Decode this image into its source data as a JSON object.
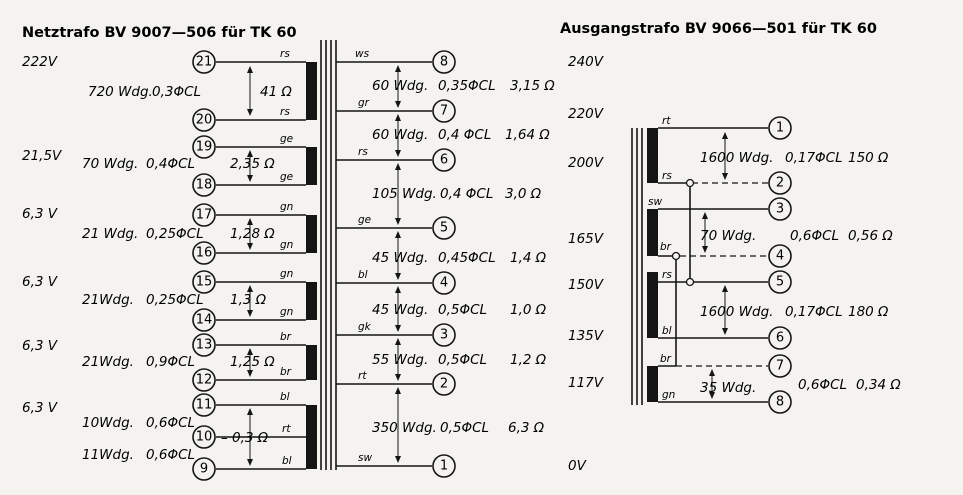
{
  "net": {
    "title": "Netztrafo BV 9007—506 für TK 60",
    "primary": {
      "voltages": [
        "222V",
        "21,5V",
        "6,3 V",
        "6,3 V",
        "6,3 V",
        "6,3 V"
      ],
      "terminals": [
        "21",
        "20",
        "19",
        "18",
        "17",
        "16",
        "15",
        "14",
        "13",
        "12",
        "11",
        "10",
        "9"
      ],
      "colors": [
        "rs",
        "rs",
        "ge",
        "ge",
        "gn",
        "gn",
        "gn",
        "gn",
        "br",
        "br",
        "bl",
        "rt",
        "bl"
      ],
      "windings": [
        {
          "turns": "720 Wdg.",
          "wire": "0,3ΦCL",
          "resistance": "41 Ω"
        },
        {
          "turns": "70 Wdg.",
          "wire": "0,4ΦCL",
          "resistance": "2,35 Ω"
        },
        {
          "turns": "21 Wdg.",
          "wire": "0,25ΦCL",
          "resistance": "1,28 Ω"
        },
        {
          "turns": "21Wdg.",
          "wire": "0,25ΦCL",
          "resistance": "1,3 Ω"
        },
        {
          "turns": "21Wdg.",
          "wire": "0,9ΦCL",
          "resistance": "1,25 Ω"
        },
        {
          "turns": "10Wdg.",
          "wire": "0,6ΦCL",
          "resistance": "0,3 Ω"
        },
        {
          "turns": "11Wdg.",
          "wire": "0,6ΦCL",
          "resistance": ""
        }
      ]
    },
    "secondary": {
      "terminals": [
        "8",
        "7",
        "6",
        "5",
        "4",
        "3",
        "2",
        "1"
      ],
      "colors": [
        "ws",
        "gr",
        "rs",
        "ge",
        "bl",
        "gk",
        "rt",
        "sw"
      ],
      "windings": [
        {
          "turns": "60 Wdg.",
          "wire": "0,35ΦCL",
          "resistance": "3,15 Ω"
        },
        {
          "turns": "60 Wdg.",
          "wire": "0,4 ΦCL",
          "resistance": "1,64 Ω"
        },
        {
          "turns": "105 Wdg.",
          "wire": "0,4 ΦCL",
          "resistance": "3,0 Ω"
        },
        {
          "turns": "45 Wdg.",
          "wire": "0,45ΦCL",
          "resistance": "1,4 Ω"
        },
        {
          "turns": "45 Wdg.",
          "wire": "0,5ΦCL",
          "resistance": "1,0 Ω"
        },
        {
          "turns": "55 Wdg.",
          "wire": "0,5ΦCL",
          "resistance": "1,2 Ω"
        },
        {
          "turns": "350 Wdg.",
          "wire": "0,5ΦCL",
          "resistance": "6,3 Ω"
        }
      ]
    }
  },
  "out": {
    "title": "Ausgangstrafo BV 9066—501 für TK 60",
    "voltages": [
      "240V",
      "220V",
      "200V",
      "165V",
      "150V",
      "135V",
      "117V",
      "0V"
    ],
    "terminals": [
      "1",
      "2",
      "3",
      "4",
      "5",
      "6",
      "7",
      "8"
    ],
    "colors": [
      "rt",
      "rs",
      "sw",
      "br",
      "rs",
      "bl",
      "br",
      "gn"
    ],
    "windings": [
      {
        "turns": "1600 Wdg.",
        "wire": "0,17ΦCL",
        "resistance": "150 Ω"
      },
      {
        "turns": "70 Wdg.",
        "wire": "0,6ΦCL",
        "resistance": "0,56 Ω"
      },
      {
        "turns": "1600 Wdg.",
        "wire": "0,17ΦCL",
        "resistance": "180 Ω"
      },
      {
        "turns": "35 Wdg.",
        "wire": "0,6ΦCL",
        "resistance": "0,34 Ω"
      }
    ]
  }
}
